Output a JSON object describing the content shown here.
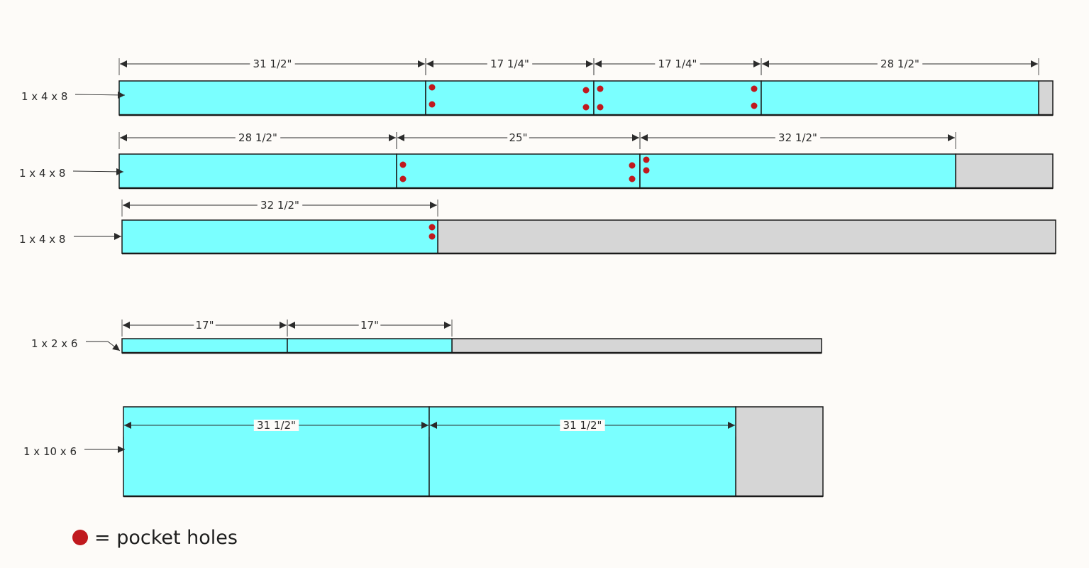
{
  "colors": {
    "background": "#fdfbf8",
    "cut_piece": "#7affff",
    "waste": "#d6d6d6",
    "board_outline": "#1a1a1a",
    "pocket_hole": "#c0191e",
    "dimension_line": "#2b2b2b"
  },
  "boards": [
    {
      "label": "1 x 4 x 8",
      "pieces": [
        "31 1/2\"",
        "17 1/4\"",
        "17 1/4\"",
        "28 1/2\""
      ],
      "pocket_holes": "4 pairs"
    },
    {
      "label": "1 x 4 x 8",
      "pieces": [
        "28 1/2\"",
        "25\"",
        "32 1/2\""
      ],
      "pocket_holes": "3 pairs"
    },
    {
      "label": "1 x 4 x 8",
      "pieces": [
        "32 1/2\""
      ],
      "pocket_holes": "1 pair"
    },
    {
      "label": "1 x 2 x 6",
      "pieces": [
        "17\"",
        "17\""
      ],
      "pocket_holes": "none"
    },
    {
      "label": "1 x 10 x 6",
      "pieces": [
        "31 1/2\"",
        "31 1/2\""
      ],
      "pocket_holes": "none"
    }
  ],
  "legend": {
    "icon": "pocket-hole-dot-icon",
    "text": "= pocket holes"
  }
}
